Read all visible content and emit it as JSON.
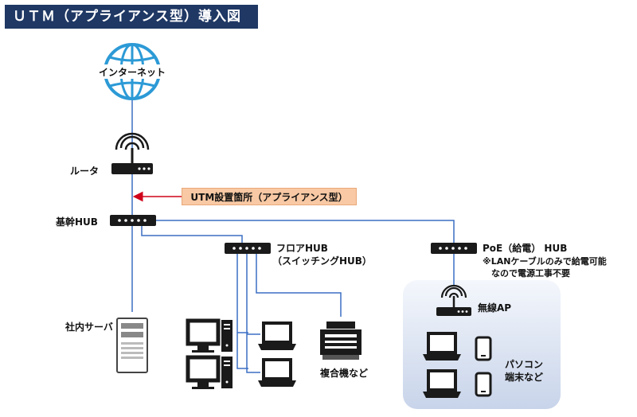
{
  "title": "ＵＴＭ（アプライアンス型）導入図",
  "labels": {
    "internet": "インターネット",
    "router": "ルータ",
    "core_hub": "基幹HUB",
    "utm_location": "UTM設置箇所（アプライアンス型）",
    "floor_hub_1": "フロアHUB",
    "floor_hub_2": "（スイッチングHUB）",
    "poe_hub": "PoE（給電） HUB",
    "poe_note_1": "※LANケーブルのみで給電可能",
    "poe_note_2": "なので電源工事不要",
    "wireless_ap": "無線AP",
    "server": "社内サーバ",
    "mfp": "複合機など",
    "pc_1": "パソコン",
    "pc_2": "端末など"
  },
  "colors": {
    "title_bg": "#1f3864",
    "line": "#3b6fc4",
    "arrow": "#d0021b",
    "utm_box": "#f8c9a4",
    "device": "#1a1a1a"
  },
  "icons": [
    "globe-icon",
    "router-icon",
    "hub-icon",
    "wireless-ap-icon",
    "server-icon",
    "desktop-pc-icon",
    "laptop-icon",
    "smartphone-icon",
    "printer-icon"
  ]
}
